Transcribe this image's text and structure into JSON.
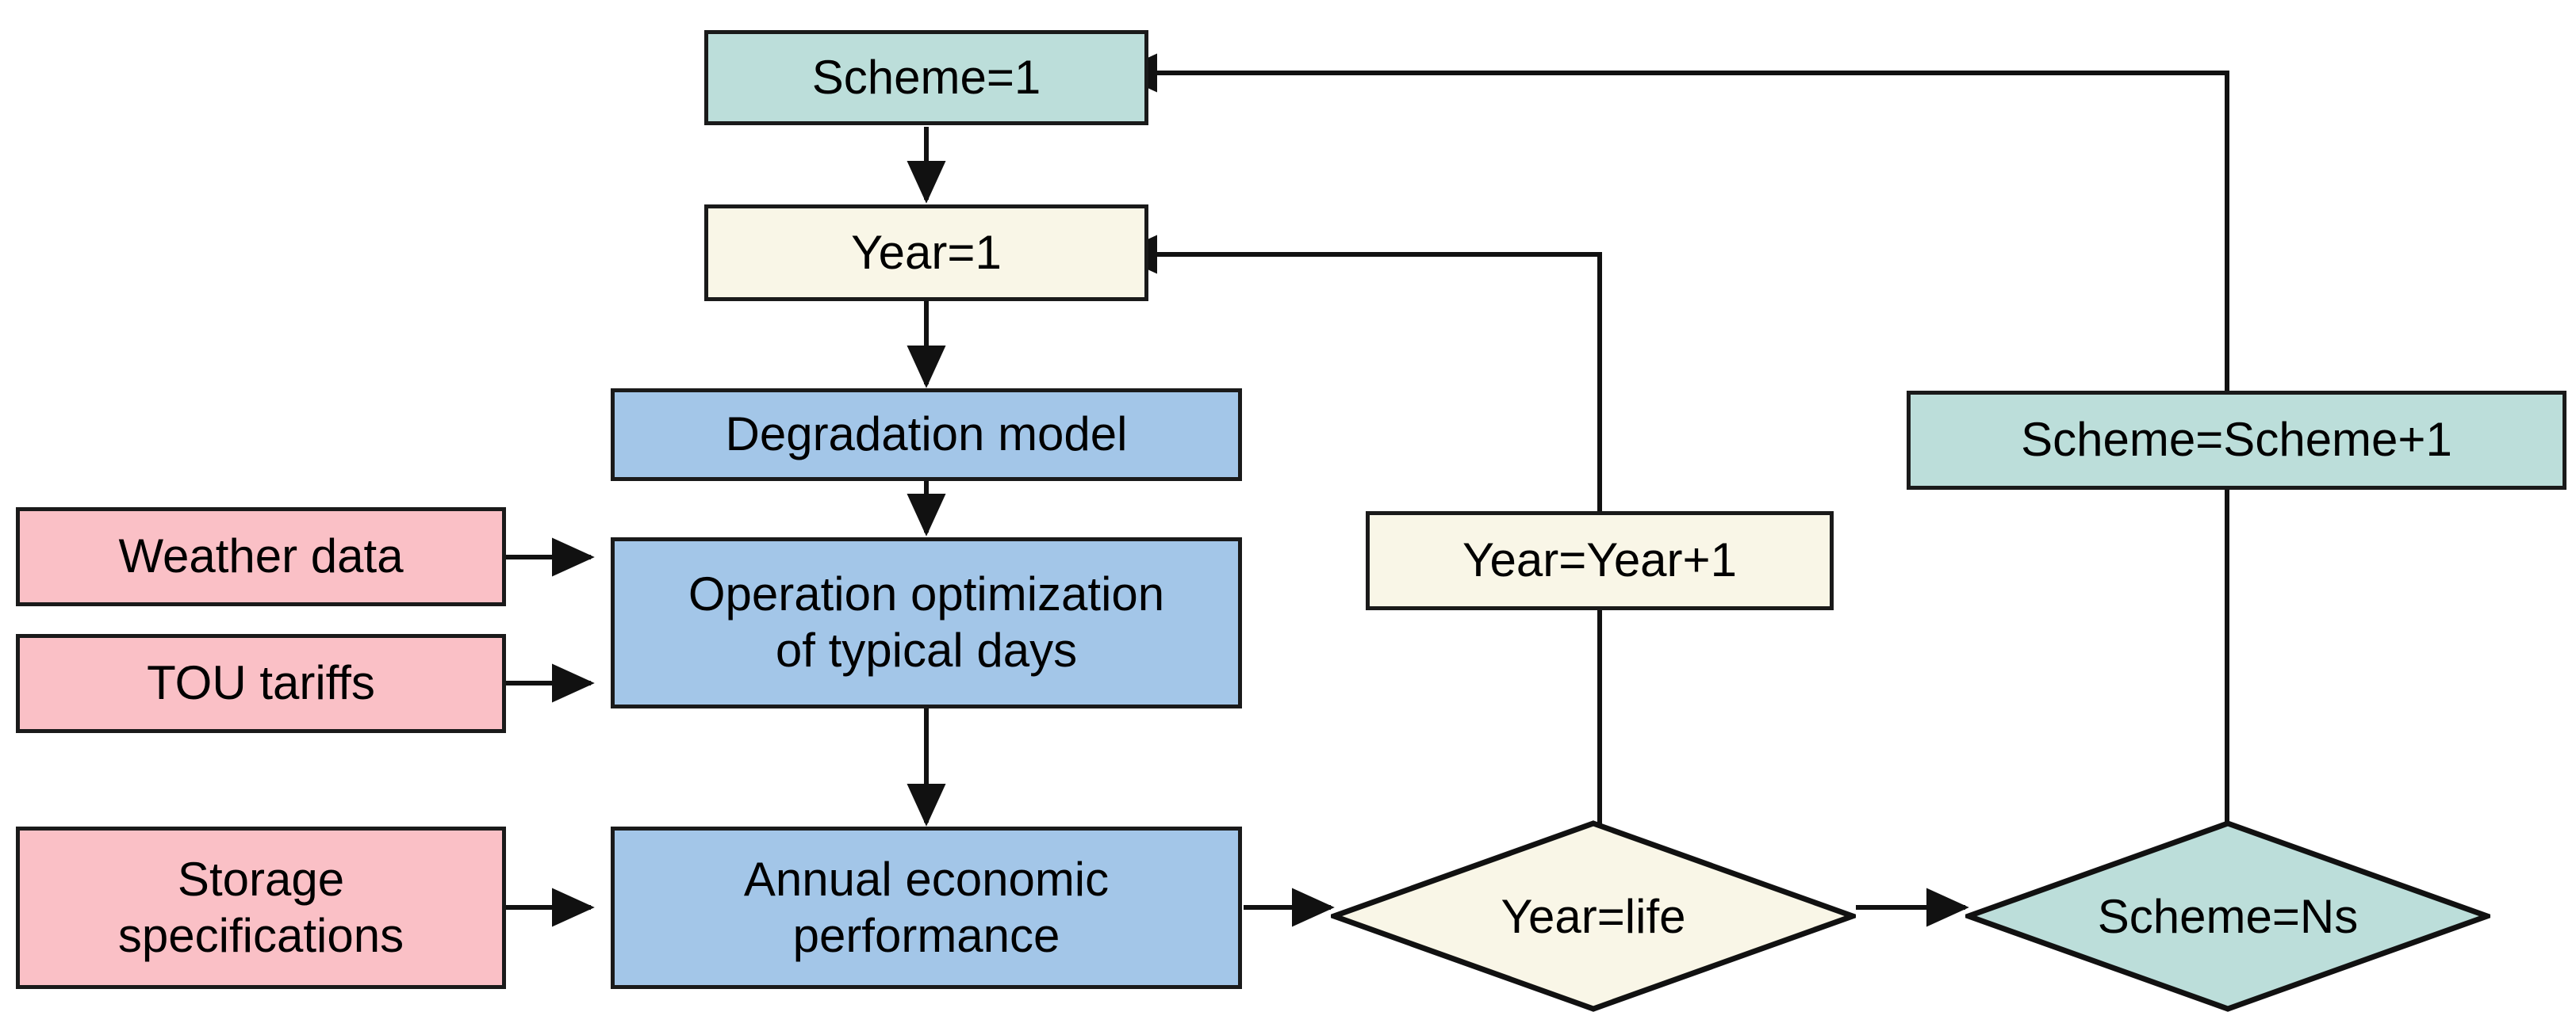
{
  "diagram": {
    "title": "Scheme and year iteration flowchart",
    "colors": {
      "teal": "#bcdeda",
      "cream": "#f9f6e7",
      "blue": "#a3c6e8",
      "pink": "#fac0c6",
      "stroke": "#1a1a1a",
      "background": "#ffffff"
    },
    "nodes": [
      {
        "id": "scheme_init",
        "label": "Scheme=1",
        "shape": "rect",
        "fill": "teal"
      },
      {
        "id": "year_init",
        "label": "Year=1",
        "shape": "rect",
        "fill": "cream"
      },
      {
        "id": "degradation",
        "label": "Degradation model",
        "shape": "rect",
        "fill": "blue"
      },
      {
        "id": "weather",
        "label": "Weather data",
        "shape": "rect",
        "fill": "pink"
      },
      {
        "id": "tou",
        "label": "TOU tariffs",
        "shape": "rect",
        "fill": "pink"
      },
      {
        "id": "storage",
        "label": "Storage\nspecifications",
        "shape": "rect",
        "fill": "pink"
      },
      {
        "id": "operation",
        "label": "Operation optimization\nof typical days",
        "shape": "rect",
        "fill": "blue"
      },
      {
        "id": "annual",
        "label": "Annual economic\nperformance",
        "shape": "rect",
        "fill": "blue"
      },
      {
        "id": "year_inc",
        "label": "Year=Year+1",
        "shape": "rect",
        "fill": "cream"
      },
      {
        "id": "scheme_inc",
        "label": "Scheme=Scheme+1",
        "shape": "rect",
        "fill": "teal"
      },
      {
        "id": "year_life",
        "label": "Year=life",
        "shape": "diamond",
        "fill": "cream"
      },
      {
        "id": "scheme_ns",
        "label": "Scheme=Ns",
        "shape": "diamond",
        "fill": "teal"
      }
    ],
    "edges": [
      {
        "from": "scheme_init",
        "to": "year_init",
        "arrow": true
      },
      {
        "from": "year_init",
        "to": "degradation",
        "arrow": true
      },
      {
        "from": "degradation",
        "to": "operation",
        "arrow": true
      },
      {
        "from": "weather",
        "to": "operation",
        "arrow": true
      },
      {
        "from": "tou",
        "to": "operation",
        "arrow": true
      },
      {
        "from": "storage",
        "to": "annual",
        "arrow": true
      },
      {
        "from": "operation",
        "to": "annual",
        "arrow": true
      },
      {
        "from": "annual",
        "to": "year_life",
        "arrow": true
      },
      {
        "from": "year_life",
        "to": "scheme_ns",
        "arrow": true
      },
      {
        "from": "year_life",
        "to": "year_init",
        "arrow": true,
        "via": "year_inc"
      },
      {
        "from": "scheme_ns",
        "to": "scheme_init",
        "arrow": true,
        "via": "scheme_inc"
      }
    ]
  }
}
